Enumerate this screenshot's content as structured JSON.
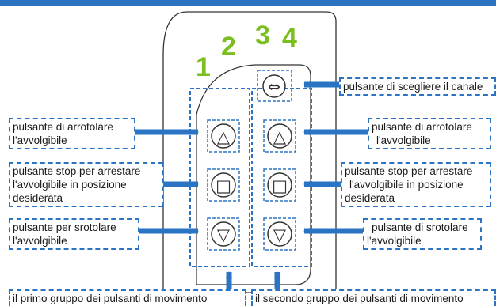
{
  "colors": {
    "accent": "#2b74c4",
    "numbers": "#7bbf1f",
    "remote_body": "#ffffff",
    "remote_stroke": "#333333"
  },
  "channel_numbers": [
    "1",
    "2",
    "3",
    "4"
  ],
  "buttons": {
    "channel": "⇔",
    "up": "△",
    "stop": "□",
    "down": "▽"
  },
  "callouts": {
    "channel": [
      "pulsante di scegliere il canale"
    ],
    "left_up": [
      "pulsante di arrotolare",
      "l'avvolgibile"
    ],
    "left_stop": [
      "pulsante stop per arrestare",
      "l'avvolgibile in posizione",
      "desiderata"
    ],
    "left_down": [
      "pulsante per srotolare",
      "l'avvolgibile"
    ],
    "right_up": [
      "pulsante di arrotolare",
      "l'avvolgibile"
    ],
    "right_stop": [
      "pulsante stop per arrestare",
      "l'avvolgibile in posizione",
      "desiderata"
    ],
    "right_down": [
      "pulsante di srotolare",
      "l'avvolgibile"
    ],
    "group1": [
      "il primo gruppo dei pulsanti di movimento"
    ],
    "group2": [
      "il secondo gruppo dei pulsanti di movimento"
    ]
  }
}
